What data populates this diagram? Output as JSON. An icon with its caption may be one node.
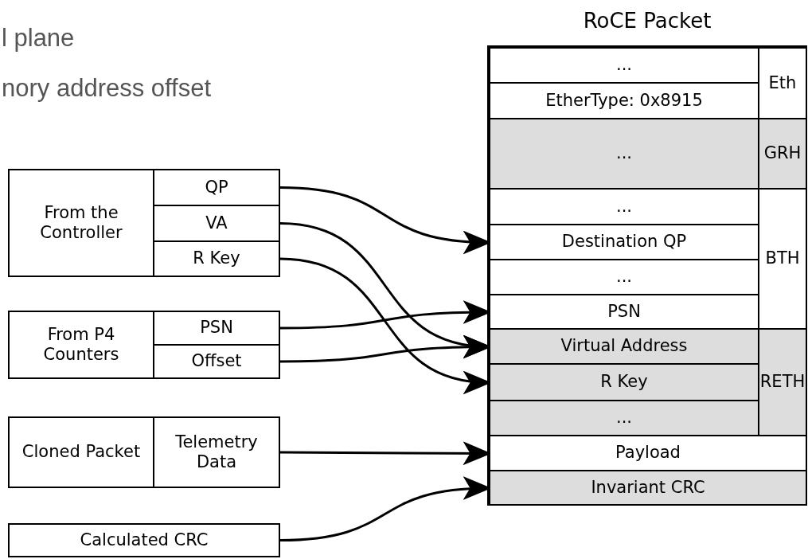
{
  "diagram": {
    "nodes": [
      {
        "text": [
          "RoCE Packet"
        ]
      },
      {
        "text": [
          "..."
        ],
        "in": 0
      },
      {
        "text": [
          "EtherType: 0x8915"
        ],
        "in": 0
      },
      {
        "text": [
          "Eth"
        ],
        "in": 0
      },
      {
        "text": [
          "..."
        ],
        "in": 0
      },
      {
        "text": [
          "GRH"
        ],
        "in": 0
      },
      {
        "text": [
          "..."
        ],
        "in": 0
      },
      {
        "text": [
          "BTH"
        ],
        "in": 0
      },
      {
        "text": [
          "Destination QP"
        ],
        "in": 0
      },
      {
        "text": [
          "..."
        ],
        "in": 0
      },
      {
        "text": [
          "PSN"
        ],
        "in": 0
      },
      {
        "text": [
          "Virtual Address"
        ],
        "in": 0
      },
      {
        "text": [
          "RETH"
        ],
        "in": 0
      },
      {
        "text": [
          "R Key"
        ],
        "in": 0
      },
      {
        "text": [
          "..."
        ],
        "in": 0
      },
      {
        "text": [
          "Payload"
        ],
        "in": 0
      },
      {
        "text": [
          "Invariant CRC"
        ],
        "in": 0
      },
      {
        "text": [
          "From the Controller"
        ]
      },
      {
        "text": [
          "QP"
        ]
      },
      {
        "text": [
          "VA"
        ]
      },
      {
        "text": [
          "R Key"
        ]
      },
      {
        "text": [
          "From P4 Counters"
        ]
      },
      {
        "text": [
          "PSN"
        ]
      },
      {
        "text": [
          "Offset"
        ]
      },
      {
        "text": [
          "Cloned Packet"
        ]
      },
      {
        "text": [
          "Telemetry Data"
        ]
      },
      {
        "text": [
          "Calculated CRC"
        ]
      }
    ],
    "edges": [
      {
        "from": 18,
        "to": 8,
        "arrow": "to"
      },
      {
        "from": 19,
        "to": 11,
        "arrow": "to"
      },
      {
        "from": 20,
        "to": 13,
        "arrow": "to"
      },
      {
        "from": 22,
        "to": 10,
        "arrow": "to"
      },
      {
        "from": 23,
        "to": 11,
        "arrow": "to"
      },
      {
        "from": 25,
        "to": 15,
        "arrow": "to"
      },
      {
        "from": 26,
        "to": 16,
        "arrow": "to"
      }
    ],
    "labels": [
      "l plane",
      "nory address offset"
    ]
  }
}
